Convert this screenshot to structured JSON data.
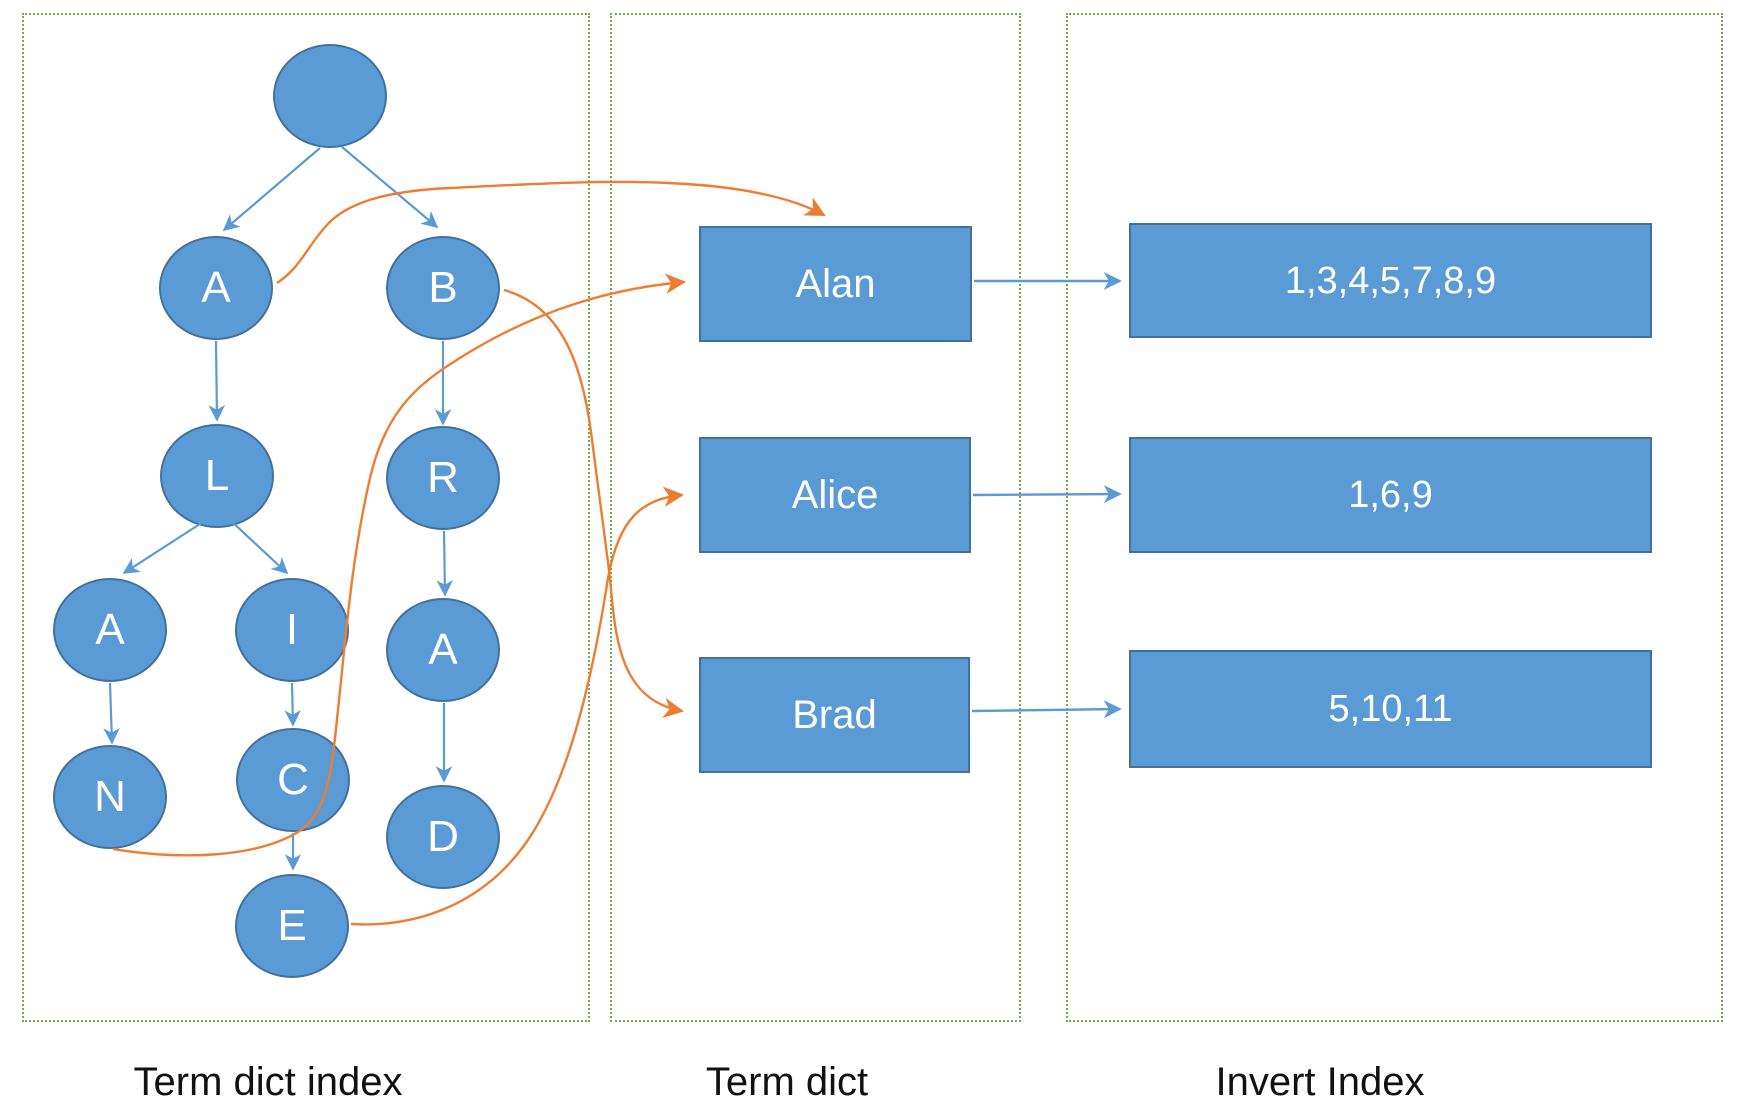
{
  "panels": [
    {
      "id": "term-dict-index",
      "label": "Term dict index"
    },
    {
      "id": "term-dict",
      "label": "Term dict"
    },
    {
      "id": "invert-index",
      "label": "Invert Index"
    }
  ],
  "tree": {
    "nodes": [
      {
        "id": "root",
        "label": ""
      },
      {
        "id": "A1",
        "label": "A"
      },
      {
        "id": "B1",
        "label": "B"
      },
      {
        "id": "L1",
        "label": "L"
      },
      {
        "id": "R1",
        "label": "R"
      },
      {
        "id": "A2",
        "label": "A"
      },
      {
        "id": "I1",
        "label": "I"
      },
      {
        "id": "A3",
        "label": "A"
      },
      {
        "id": "N1",
        "label": "N"
      },
      {
        "id": "C1",
        "label": "C"
      },
      {
        "id": "D1",
        "label": "D"
      },
      {
        "id": "E1",
        "label": "E"
      }
    ],
    "edges": [
      "root->A",
      "root->B",
      "A->L",
      "B->R",
      "L->A",
      "L->I",
      "A->N",
      "I->C",
      "C->E",
      "R->A",
      "A->D"
    ]
  },
  "term_dict": {
    "entries": [
      {
        "term": "Alan"
      },
      {
        "term": "Alice"
      },
      {
        "term": "Brad"
      }
    ]
  },
  "invert_index": {
    "entries": [
      {
        "postings": "1,3,4,5,7,8,9"
      },
      {
        "postings": "1,6,9"
      },
      {
        "postings": "5,10,11"
      }
    ]
  },
  "cross_links": [
    {
      "from": "A",
      "to": "Alan"
    },
    {
      "from": "N",
      "to": "Alan"
    },
    {
      "from": "B",
      "to": "Brad"
    },
    {
      "from": "E",
      "to": "Alice"
    },
    {
      "from": "Alan",
      "to": "1,3,4,5,7,8,9"
    },
    {
      "from": "Alice",
      "to": "1,6,9"
    },
    {
      "from": "Brad",
      "to": "5,10,11"
    }
  ],
  "colors": {
    "node_fill": "#5B9BD5",
    "node_stroke": "#41719C",
    "arrow_blue": "#5B9BD5",
    "arrow_orange": "#ED7D31",
    "panel_border": "#70AD47",
    "label_text": "#111111",
    "box_text": "#FFFFFF"
  }
}
